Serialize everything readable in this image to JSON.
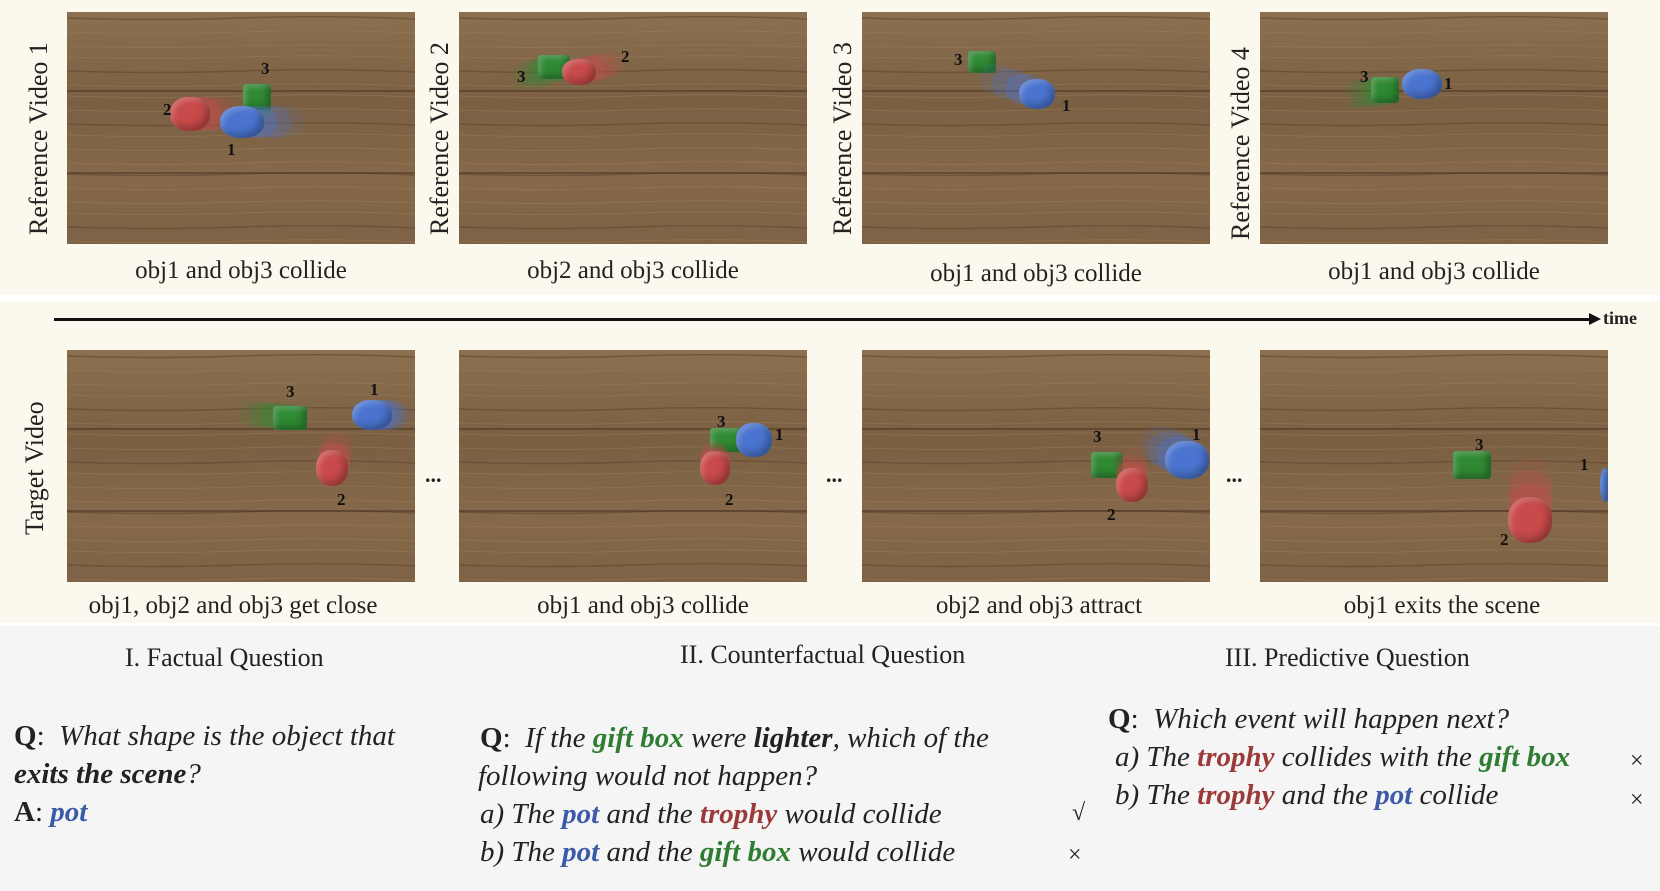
{
  "reference_row": {
    "labels": [
      "Reference Video 1",
      "Reference Video 2",
      "Reference Video 3",
      "Reference Video 4"
    ],
    "captions": [
      "obj1 and obj3 collide",
      "obj2 and obj3 collide",
      "obj1 and obj3 collide",
      "obj1 and obj3 collide"
    ]
  },
  "timeline": {
    "label": "time"
  },
  "target_row": {
    "label": "Target Video",
    "captions": [
      "obj1, obj2  and obj3 get close",
      "obj1 and obj3 collide",
      "obj2 and obj3 attract",
      "obj1 exits the scene"
    ],
    "ellipsis": "..."
  },
  "object_numbers": {
    "obj1": "1",
    "obj2": "2",
    "obj3": "3"
  },
  "object_colors": {
    "obj1": "#4a74d0",
    "obj2": "#c94a4a",
    "obj3": "#2f8a33"
  },
  "questions": {
    "factual": {
      "title": "I. Factual Question",
      "q_prefix": "Q",
      "q_text_1": "What shape is the object that",
      "q_text_bold": "exits the scene",
      "q_text_end": "?",
      "a_prefix": "A",
      "answer": "pot"
    },
    "counterfactual": {
      "title": "II. Counterfactual Question",
      "q_prefix": "Q",
      "q_if": "If the",
      "q_obj": "gift box",
      "q_were": "were",
      "q_lighter": "lighter",
      "q_rest": ", which of the",
      "q_line2": "following would not happen?",
      "option_a": {
        "prefix": "a) The",
        "obj1": "pot",
        "mid": "and the",
        "obj2": "trophy",
        "end": "would collide",
        "mark": "√"
      },
      "option_b": {
        "prefix": "b) The",
        "obj1": "pot",
        "mid": "and the",
        "obj2": "gift box",
        "end": "would collide",
        "mark": "×"
      }
    },
    "predictive": {
      "title": "III. Predictive Question",
      "q_prefix": "Q",
      "q_text": "Which event will happen next?",
      "option_a": {
        "prefix": "a) The",
        "obj1": "trophy",
        "mid": "collides with the",
        "obj2": "gift box",
        "end": "",
        "mark": "×"
      },
      "option_b": {
        "prefix": "b) The",
        "obj1": "trophy",
        "mid": "and the",
        "obj2": "pot",
        "end": "collide",
        "mark": "×"
      }
    }
  }
}
